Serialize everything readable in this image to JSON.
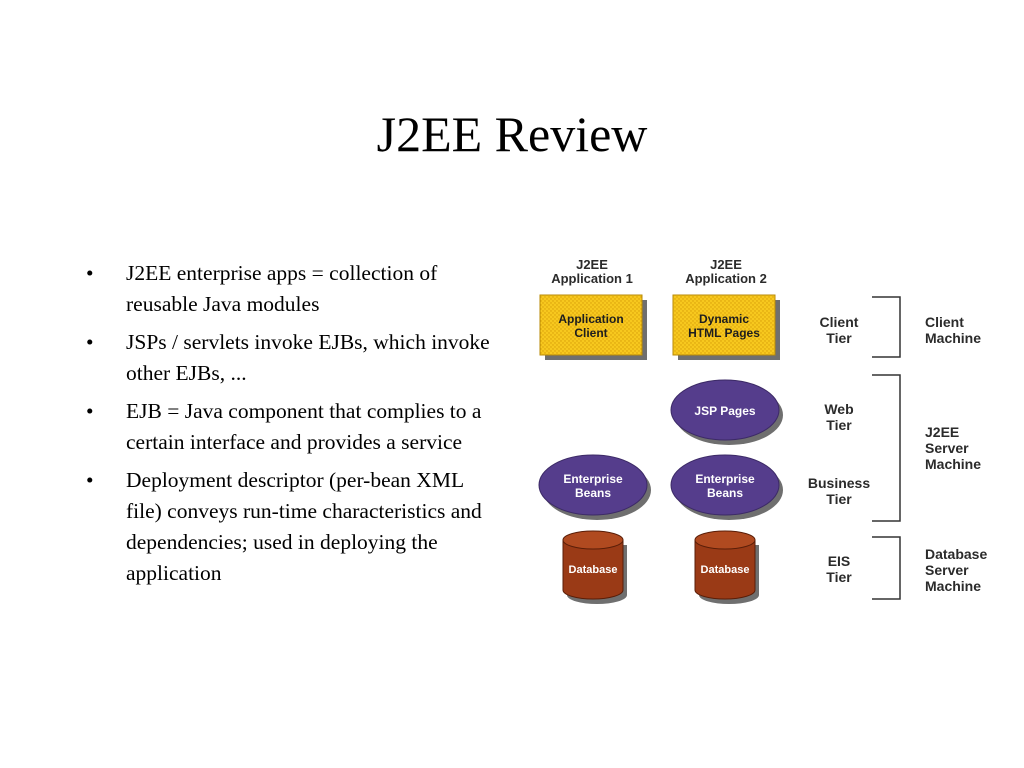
{
  "slide": {
    "title": "J2EE Review",
    "bullets": [
      {
        "text": "J2EE enterprise apps = collection of reusable Java modules"
      },
      {
        "text": "JSPs / servlets invoke EJBs, which invoke other EJBs, ..."
      },
      {
        "text": "EJB = Java component that complies to a certain interface and provides a service"
      },
      {
        "text": "Deployment descriptor (per-bean XML file) conveys run-time characteristics and dependencies; used in deploying the application"
      }
    ]
  },
  "diagram": {
    "app1_header": [
      "J2EE",
      "Application 1"
    ],
    "app2_header": [
      "J2EE",
      "Application 2"
    ],
    "app_client": [
      "Application",
      "Client"
    ],
    "dynamic_pages": [
      "Dynamic",
      "HTML Pages"
    ],
    "jsp_pages": "JSP Pages",
    "enterprise_beans_1": [
      "Enterprise",
      "Beans"
    ],
    "enterprise_beans_2": [
      "Enterprise",
      "Beans"
    ],
    "database_1": "Database",
    "database_2": "Database",
    "tiers": {
      "client": [
        "Client",
        "Tier"
      ],
      "web": [
        "Web",
        "Tier"
      ],
      "business": [
        "Business",
        "Tier"
      ],
      "eis": [
        "EIS",
        "Tier"
      ]
    },
    "machines": {
      "client": [
        "Client",
        "Machine"
      ],
      "server": [
        "J2EE",
        "Server",
        "Machine"
      ],
      "database": [
        "Database",
        "Server",
        "Machine"
      ]
    },
    "colors": {
      "client_box": "#f7c81e",
      "bean_ellipse": "#553d8c",
      "database": "#9a3a16",
      "text_dark": "#2b2b2b"
    }
  }
}
